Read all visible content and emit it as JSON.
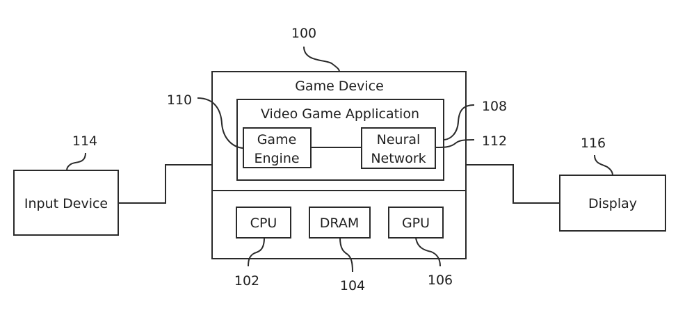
{
  "diagram": {
    "type": "block-diagram",
    "blocks": {
      "game_device": {
        "label": "Game Device",
        "ref": "100"
      },
      "video_game_application": {
        "label": "Video Game Application",
        "ref": "108"
      },
      "game_engine": {
        "line1": "Game",
        "line2": "Engine",
        "ref": "110"
      },
      "neural_network": {
        "line1": "Neural",
        "line2": "Network",
        "ref": "112"
      },
      "cpu": {
        "label": "CPU",
        "ref": "102"
      },
      "dram": {
        "label": "DRAM",
        "ref": "104"
      },
      "gpu": {
        "label": "GPU",
        "ref": "106"
      },
      "input_device": {
        "label": "Input Device",
        "ref": "114"
      },
      "display": {
        "label": "Display",
        "ref": "116"
      }
    },
    "connections": [
      {
        "from": "input_device",
        "to": "game_device"
      },
      {
        "from": "game_engine",
        "to": "neural_network"
      },
      {
        "from": "game_device",
        "to": "display"
      }
    ]
  }
}
